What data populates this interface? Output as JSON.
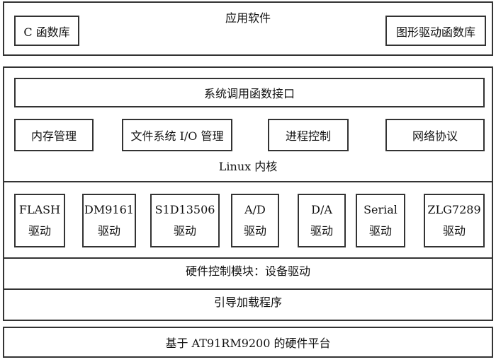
{
  "app_layer": {
    "title": "应用软件",
    "c_lib": "C 函数库",
    "gfx_lib": "图形驱动函数库"
  },
  "kernel": {
    "syscall": "系统调用函数接口",
    "modules": [
      "内存管理",
      "文件系统 I/O 管理",
      "进程控制",
      "网络协议"
    ],
    "title": "Linux 内核"
  },
  "drivers": {
    "items": [
      {
        "name": "FLASH",
        "suffix": "驱动"
      },
      {
        "name": "DM9161",
        "suffix": "驱动"
      },
      {
        "name": "S1D13506",
        "suffix": "驱动"
      },
      {
        "name": "A/D",
        "suffix": "驱动"
      },
      {
        "name": "D/A",
        "suffix": "驱动"
      },
      {
        "name": "Serial",
        "suffix": "驱动"
      },
      {
        "name": "ZLG7289",
        "suffix": "驱动"
      }
    ],
    "title": "硬件控制模块：设备驱动"
  },
  "bootloader": "引导加载程序",
  "hardware": "基于 AT91RM9200 的硬件平台"
}
